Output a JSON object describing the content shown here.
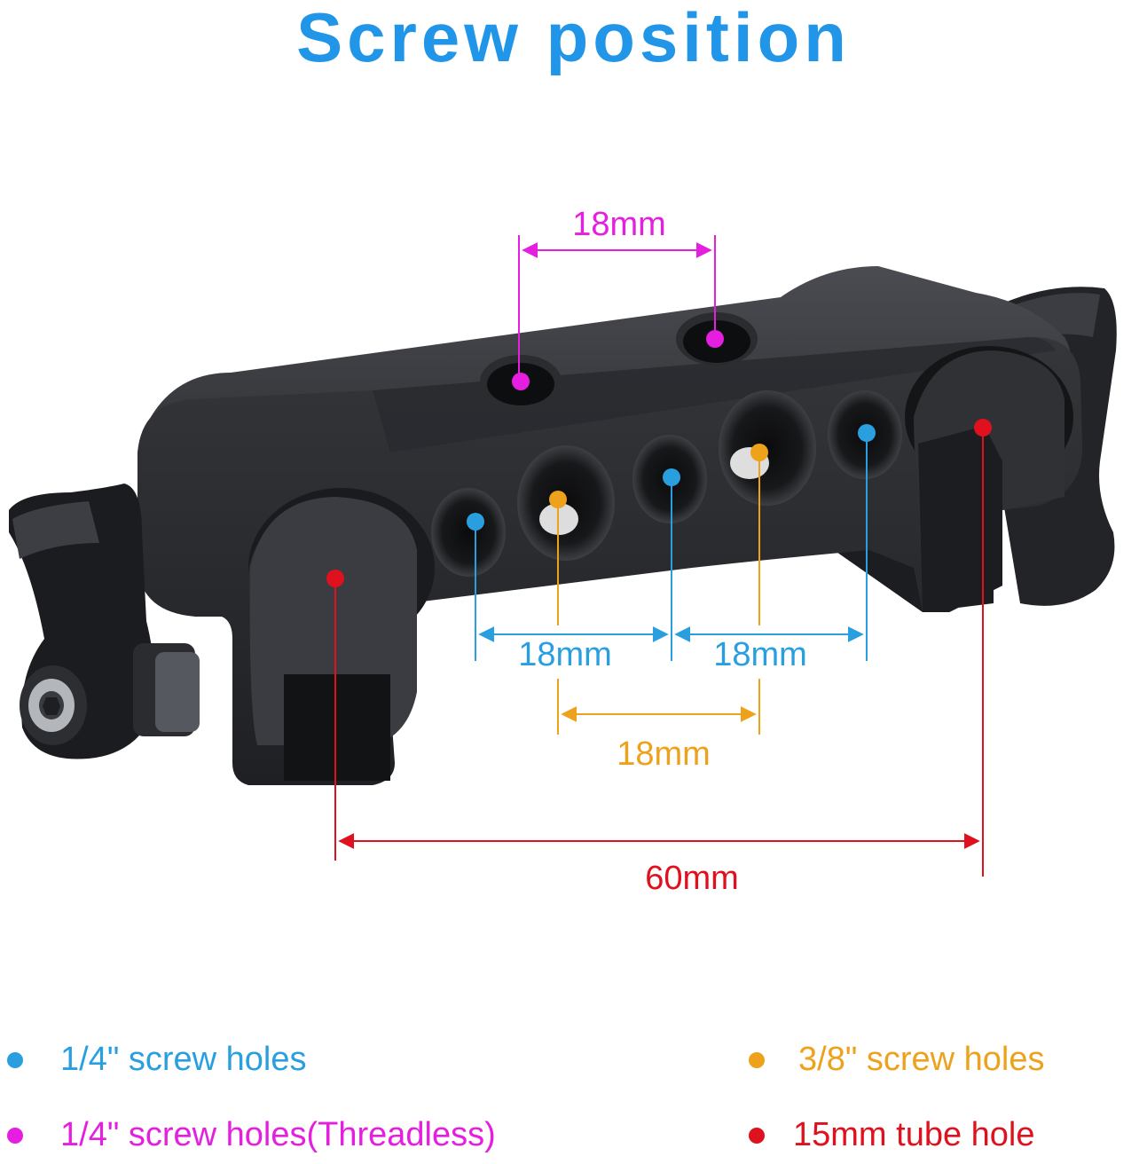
{
  "title": "Screw position",
  "colors": {
    "title": "#2196e8",
    "quarter": "#2a9fe0",
    "threadless": "#e61ee0",
    "three_eighths": "#eea21c",
    "tube": "#e0111e",
    "metal_dark": "#1e1f22",
    "metal_face": "#2e3034",
    "metal_top": "#3a3c40"
  },
  "dimensions": {
    "threadless_spacing": "18mm",
    "quarter_spacing_left": "18mm",
    "quarter_spacing_right": "18mm",
    "three_eighths_spacing": "18mm",
    "tube_spacing": "60mm"
  },
  "legend": {
    "quarter": "1/4\" screw holes",
    "three_eighths": "3/8\" screw holes",
    "threadless": "1/4\" screw holes(Threadless)",
    "tube": "15mm tube hole"
  }
}
